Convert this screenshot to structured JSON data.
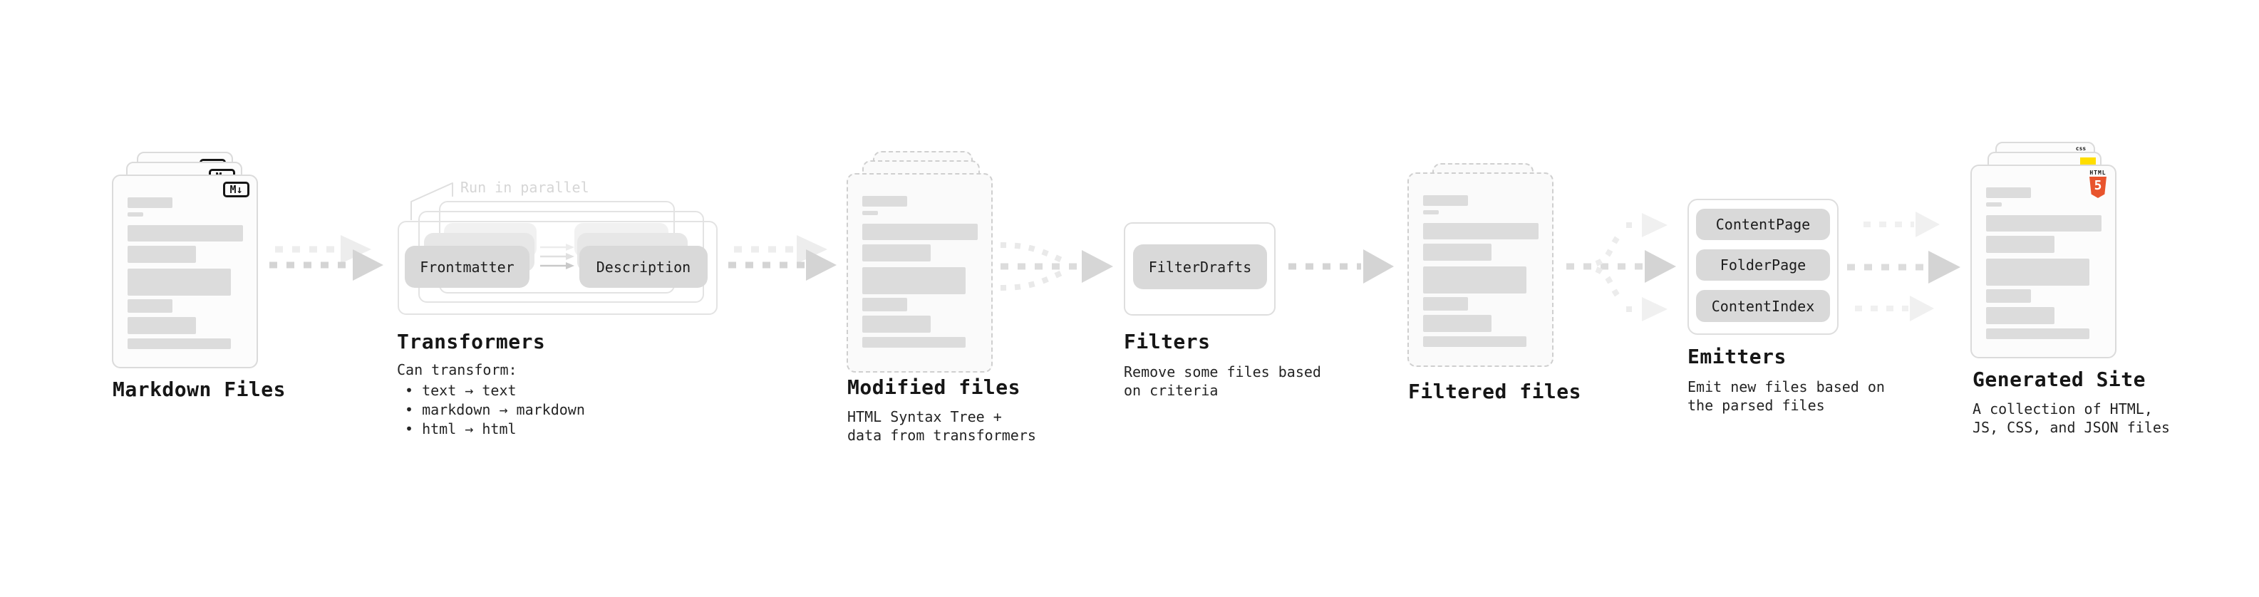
{
  "diagram": {
    "stages": {
      "markdown_files": {
        "title": "Markdown Files",
        "badge": "M↓"
      },
      "transformers": {
        "annotation": "Run in parallel",
        "pill_left": "Frontmatter",
        "pill_right": "Description",
        "title": "Transformers",
        "desc_heading": "Can transform:",
        "bullets": [
          "• text → text",
          "• markdown → markdown",
          "• html → html"
        ]
      },
      "modified_files": {
        "title": "Modified files",
        "subtitle": [
          "HTML Syntax Tree +",
          "data from transformers"
        ]
      },
      "filters": {
        "title": "Filters",
        "pill": "FilterDrafts",
        "subtitle": [
          "Remove some files based",
          "on criteria"
        ]
      },
      "filtered_files": {
        "title": "Filtered files"
      },
      "emitters": {
        "title": "Emitters",
        "pills": [
          "ContentPage",
          "FolderPage",
          "ContentIndex"
        ],
        "subtitle": [
          "Emit new files based on",
          "the parsed files"
        ]
      },
      "generated_site": {
        "title": "Generated Site",
        "subtitle": [
          "A collection of HTML,",
          "JS, CSS, and JSON files"
        ],
        "html5_label": "HTML",
        "html5_number": "5",
        "css_label": "css"
      }
    },
    "colors": {
      "background": "#ffffff",
      "card_border": "#dbdbdb",
      "dashed_border": "#cfcfcf",
      "card_fill": "#fcfcfc",
      "pill_fill": "#d9d9d9",
      "bar_fill": "#dcdcdc",
      "arrow": "#d4d4d4",
      "arrow_light": "#ededed",
      "text": "#161616",
      "annotation_gray": "#d6d6d6",
      "html5_orange": "#e8542d",
      "js_yellow": "#ffde00",
      "css_blue": "#2663ee"
    }
  }
}
